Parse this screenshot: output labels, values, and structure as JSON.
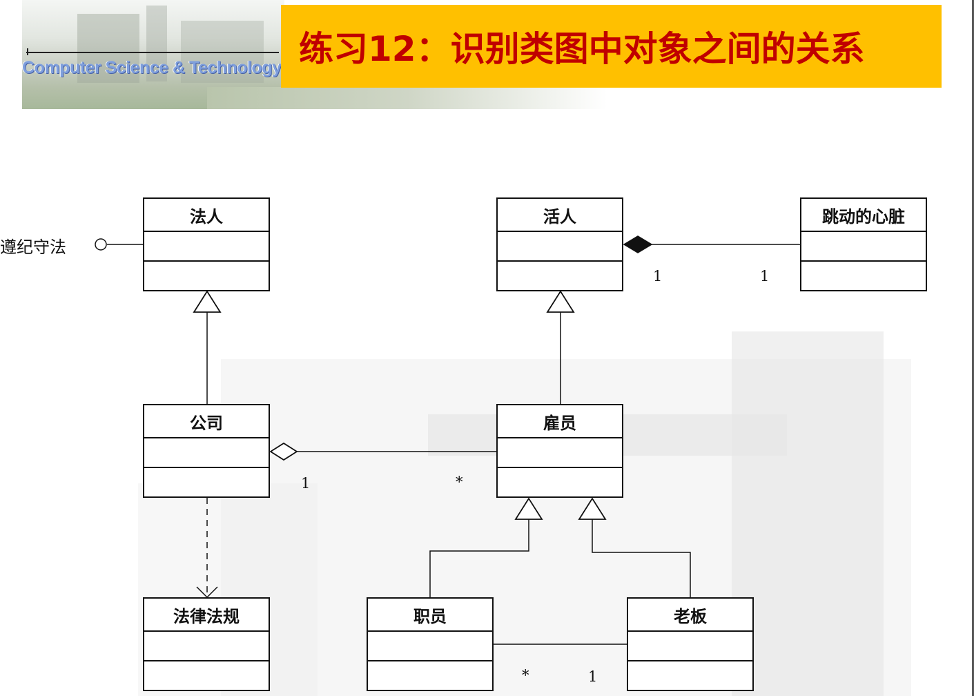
{
  "header": {
    "brand_text": "Computer Science & Technology",
    "title": "练习12：识别类图中对象之间的关系",
    "banner_color": "#ffc000",
    "title_color": "#c00000"
  },
  "diagram": {
    "classes": {
      "legal_person": "法人",
      "living_person": "活人",
      "beating_heart": "跳动的心脏",
      "company": "公司",
      "employee": "雇员",
      "laws": "法律法规",
      "staff": "职员",
      "boss": "老板"
    },
    "interface_label": "遵纪守法",
    "multiplicities": {
      "heart_owner": "1",
      "heart_part": "1",
      "company_side": "1",
      "employee_side": "*",
      "staff_side": "*",
      "boss_side": "1"
    }
  }
}
